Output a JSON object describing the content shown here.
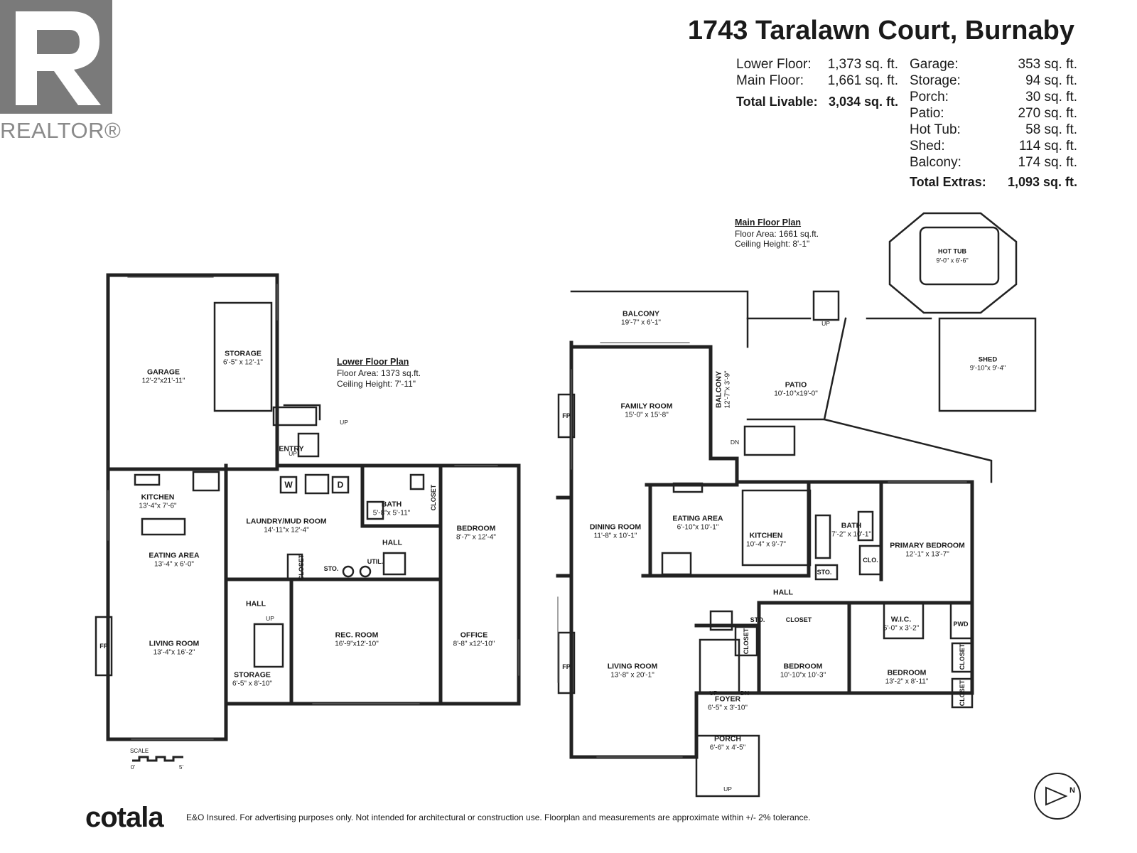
{
  "header": {
    "address": "1743 Taralawn Court, Burnaby",
    "realtor_word": "REALTOR®",
    "areas_left": [
      {
        "label": "Lower Floor:",
        "value": "1,373 sq. ft."
      },
      {
        "label": "Main Floor:",
        "value": "1,661 sq. ft."
      },
      {
        "label": "Total Livable:",
        "value": "3,034 sq. ft."
      }
    ],
    "areas_right": [
      {
        "label": "Garage:",
        "value": "353 sq. ft."
      },
      {
        "label": "Storage:",
        "value": "94 sq. ft."
      },
      {
        "label": "Porch:",
        "value": "30 sq. ft."
      },
      {
        "label": "Patio:",
        "value": "270 sq. ft."
      },
      {
        "label": "Hot Tub:",
        "value": "58 sq. ft."
      },
      {
        "label": "Shed:",
        "value": "114 sq. ft."
      },
      {
        "label": "Balcony:",
        "value": "174 sq. ft."
      },
      {
        "label": "Total Extras:",
        "value": "1,093 sq. ft."
      }
    ]
  },
  "lower_plan": {
    "title": "Lower Floor Plan",
    "floor_area": "Floor Area: 1373 sq.ft.",
    "ceiling": "Ceiling Height: 7'-11\"",
    "rooms": [
      {
        "name": "GARAGE",
        "dim": "12'-2\"x21'-11\""
      },
      {
        "name": "STORAGE",
        "dim": "6'-5\" x 12'-1\""
      },
      {
        "name": "ENTRY",
        "dim": ""
      },
      {
        "name": "KITCHEN",
        "dim": "13'-4\"x 7'-6\""
      },
      {
        "name": "LAUNDRY/MUD ROOM",
        "dim": "14'-11\"x 12'-4\""
      },
      {
        "name": "BATH",
        "dim": "5'-8\"x 5'-11\""
      },
      {
        "name": "BEDROOM",
        "dim": "8'-7\" x 12'-4\""
      },
      {
        "name": "EATING AREA",
        "dim": "13'-4\" x 6'-0\""
      },
      {
        "name": "HALL",
        "dim": ""
      },
      {
        "name": "HALL",
        "dim": ""
      },
      {
        "name": "REC. ROOM",
        "dim": "16'-9\"x12'-10\""
      },
      {
        "name": "OFFICE",
        "dim": "8'-8\" x12'-10\""
      },
      {
        "name": "LIVING ROOM",
        "dim": "13'-4\"x 16'-2\""
      },
      {
        "name": "STORAGE",
        "dim": "6'-5\" x 8'-10\""
      }
    ],
    "small_labels": {
      "closet": "CLOSET",
      "sto": "STO.",
      "util": "UTIL.",
      "w": "W",
      "d": "D",
      "fp": "FP",
      "up": "UP"
    }
  },
  "main_plan": {
    "title": "Main Floor Plan",
    "floor_area": "Floor Area: 1661 sq.ft.",
    "ceiling": "Ceiling Height: 8'-1\"",
    "rooms": [
      {
        "name": "BALCONY",
        "dim": "19'-7\" x 6'-1\""
      },
      {
        "name": "HOT TUB",
        "dim": "9'-0\" x 6'-6\""
      },
      {
        "name": "SHED",
        "dim": "9'-10\"x 9'-4\""
      },
      {
        "name": "PATIO",
        "dim": "10'-10\"x19'-0\""
      },
      {
        "name": "FAMILY ROOM",
        "dim": "15'-0\" x 15'-8\""
      },
      {
        "name": "DINING ROOM",
        "dim": "11'-8\" x 10'-1\""
      },
      {
        "name": "EATING AREA",
        "dim": "6'-10\"x 10'-1\""
      },
      {
        "name": "KITCHEN",
        "dim": "10'-4\" x 9'-7\""
      },
      {
        "name": "BATH",
        "dim": "7'-2\" x 10'-1\""
      },
      {
        "name": "PRIMARY BEDROOM",
        "dim": "12'-1\" x 13'-7\""
      },
      {
        "name": "HALL",
        "dim": ""
      },
      {
        "name": "W.I.C.",
        "dim": "6'-0\" x 3'-2\""
      },
      {
        "name": "LIVING ROOM",
        "dim": "13'-8\" x 20'-1\""
      },
      {
        "name": "BEDROOM",
        "dim": "10'-10\"x 10'-3\""
      },
      {
        "name": "BEDROOM",
        "dim": "13'-2\" x 8'-11\""
      },
      {
        "name": "FOYER",
        "dim": "6'-5\" x 3'-10\""
      },
      {
        "name": "PORCH",
        "dim": "6'-6\" x 4'-5\""
      }
    ],
    "balcony_side": {
      "name": "BALCONY",
      "dim": "12'-7\"x 3'-9\""
    },
    "small_labels": {
      "closet": "CLOSET",
      "sto": "STO.",
      "clo": "CLO.",
      "pwd": "PWD",
      "fp": "FP",
      "up": "UP",
      "dn": "DN"
    }
  },
  "scale": {
    "label": "SCALE",
    "zero": "0'",
    "five": "5'"
  },
  "compass": {
    "letter": "N"
  },
  "footer": {
    "brand": "cotala",
    "disclaimer": "E&O Insured. For advertising purposes only. Not intended for architectural or construction use. Floorplan and measurements are approximate within +/- 2% tolerance."
  }
}
